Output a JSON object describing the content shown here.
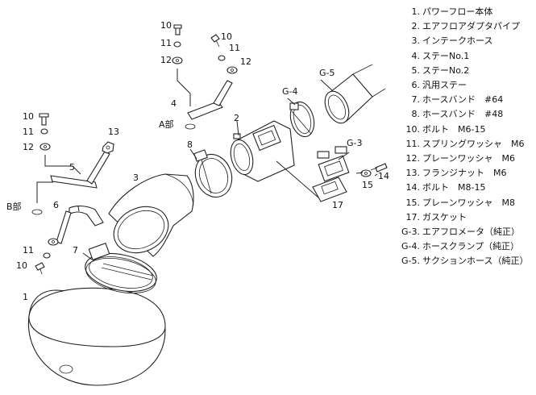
{
  "parts_list": [
    {
      "num": "1.",
      "name": "パワーフロー本体"
    },
    {
      "num": "2.",
      "name": "エアフロアダプタパイプ"
    },
    {
      "num": "3.",
      "name": "インテークホース"
    },
    {
      "num": "4.",
      "name": "ステーNo.1"
    },
    {
      "num": "5.",
      "name": "ステーNo.2"
    },
    {
      "num": "6.",
      "name": "汎用ステー"
    },
    {
      "num": "7.",
      "name": "ホースバンド　#64"
    },
    {
      "num": "8.",
      "name": "ホースバンド　#48"
    },
    {
      "num": "10.",
      "name": "ボルト　M6-15"
    },
    {
      "num": "11.",
      "name": "スプリングワッシャ　M6"
    },
    {
      "num": "12.",
      "name": "プレーンワッシャ　M6"
    },
    {
      "num": "13.",
      "name": "フランジナット　M6"
    },
    {
      "num": "14.",
      "name": "ボルト　M8-15"
    },
    {
      "num": "15.",
      "name": "プレーンワッシャ　M8"
    },
    {
      "num": "17.",
      "name": "ガスケット"
    },
    {
      "num": "G-3.",
      "name": "エアフロメータ（純正）"
    },
    {
      "num": "G-4.",
      "name": "ホースクランプ（純正）"
    },
    {
      "num": "G-5.",
      "name": "サクションホース（純正）"
    }
  ],
  "callouts": {
    "c1": "1",
    "c2": "2",
    "c3": "3",
    "c4": "4",
    "c5": "5",
    "c6": "6",
    "c7": "7",
    "c8": "8",
    "c10a": "10",
    "c11a": "11",
    "c12a": "12",
    "c10b": "10",
    "c11b": "11",
    "c12b": "12",
    "c10c": "10",
    "c11c": "11",
    "c12c": "12",
    "c10d": "10",
    "c11d": "11",
    "c13": "13",
    "c14": "14",
    "c15": "15",
    "c17": "17",
    "g3": "G-3",
    "g4": "G-4",
    "g5": "G-5",
    "a_bu": "A部",
    "b_bu": "B部"
  }
}
